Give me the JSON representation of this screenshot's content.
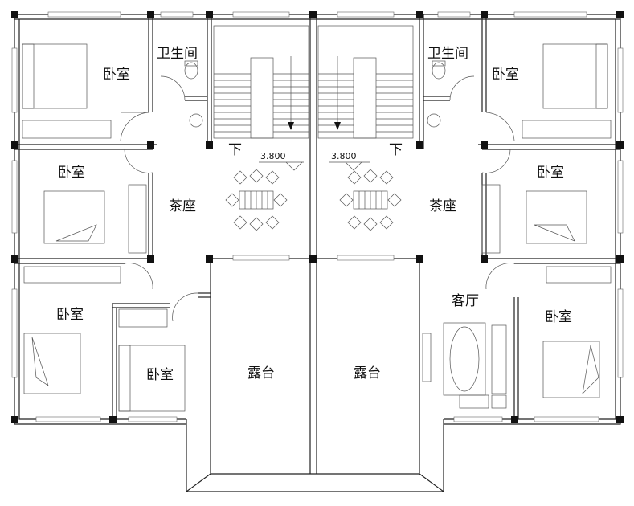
{
  "plan": {
    "labels": {
      "bedroom": "卧室",
      "bathroom": "卫生间",
      "tea_seat": "茶座",
      "terrace": "露台",
      "living_room": "客厅",
      "down": "下"
    },
    "elevation": "3.800"
  }
}
